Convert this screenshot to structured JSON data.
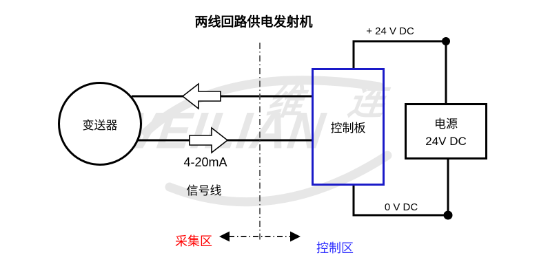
{
  "title": "两线回路供电发射机",
  "nodes": {
    "transmitter": {
      "label": "变送器"
    },
    "control_board": {
      "label": "控制板"
    },
    "power_supply": {
      "line1": "电源",
      "line2": "24V DC"
    }
  },
  "labels": {
    "plus_rail": "+ 24 V DC",
    "zero_rail": "0 V DC",
    "loop_current": "4-20mA",
    "signal_line": "信号线"
  },
  "zones": {
    "acquisition": {
      "label": "采集区",
      "color": "#ff0000"
    },
    "control": {
      "label": "控制区",
      "color": "#3333ff"
    }
  },
  "watermark": {
    "cn": "维 连",
    "en": "WEILIAN"
  },
  "colors": {
    "wire": "#000000",
    "control_board_border": "#1a1ac8",
    "power_border": "#000000",
    "zone_divider": "#4d4d4d",
    "watermark": "#e7e7e7",
    "background": "#ffffff"
  }
}
